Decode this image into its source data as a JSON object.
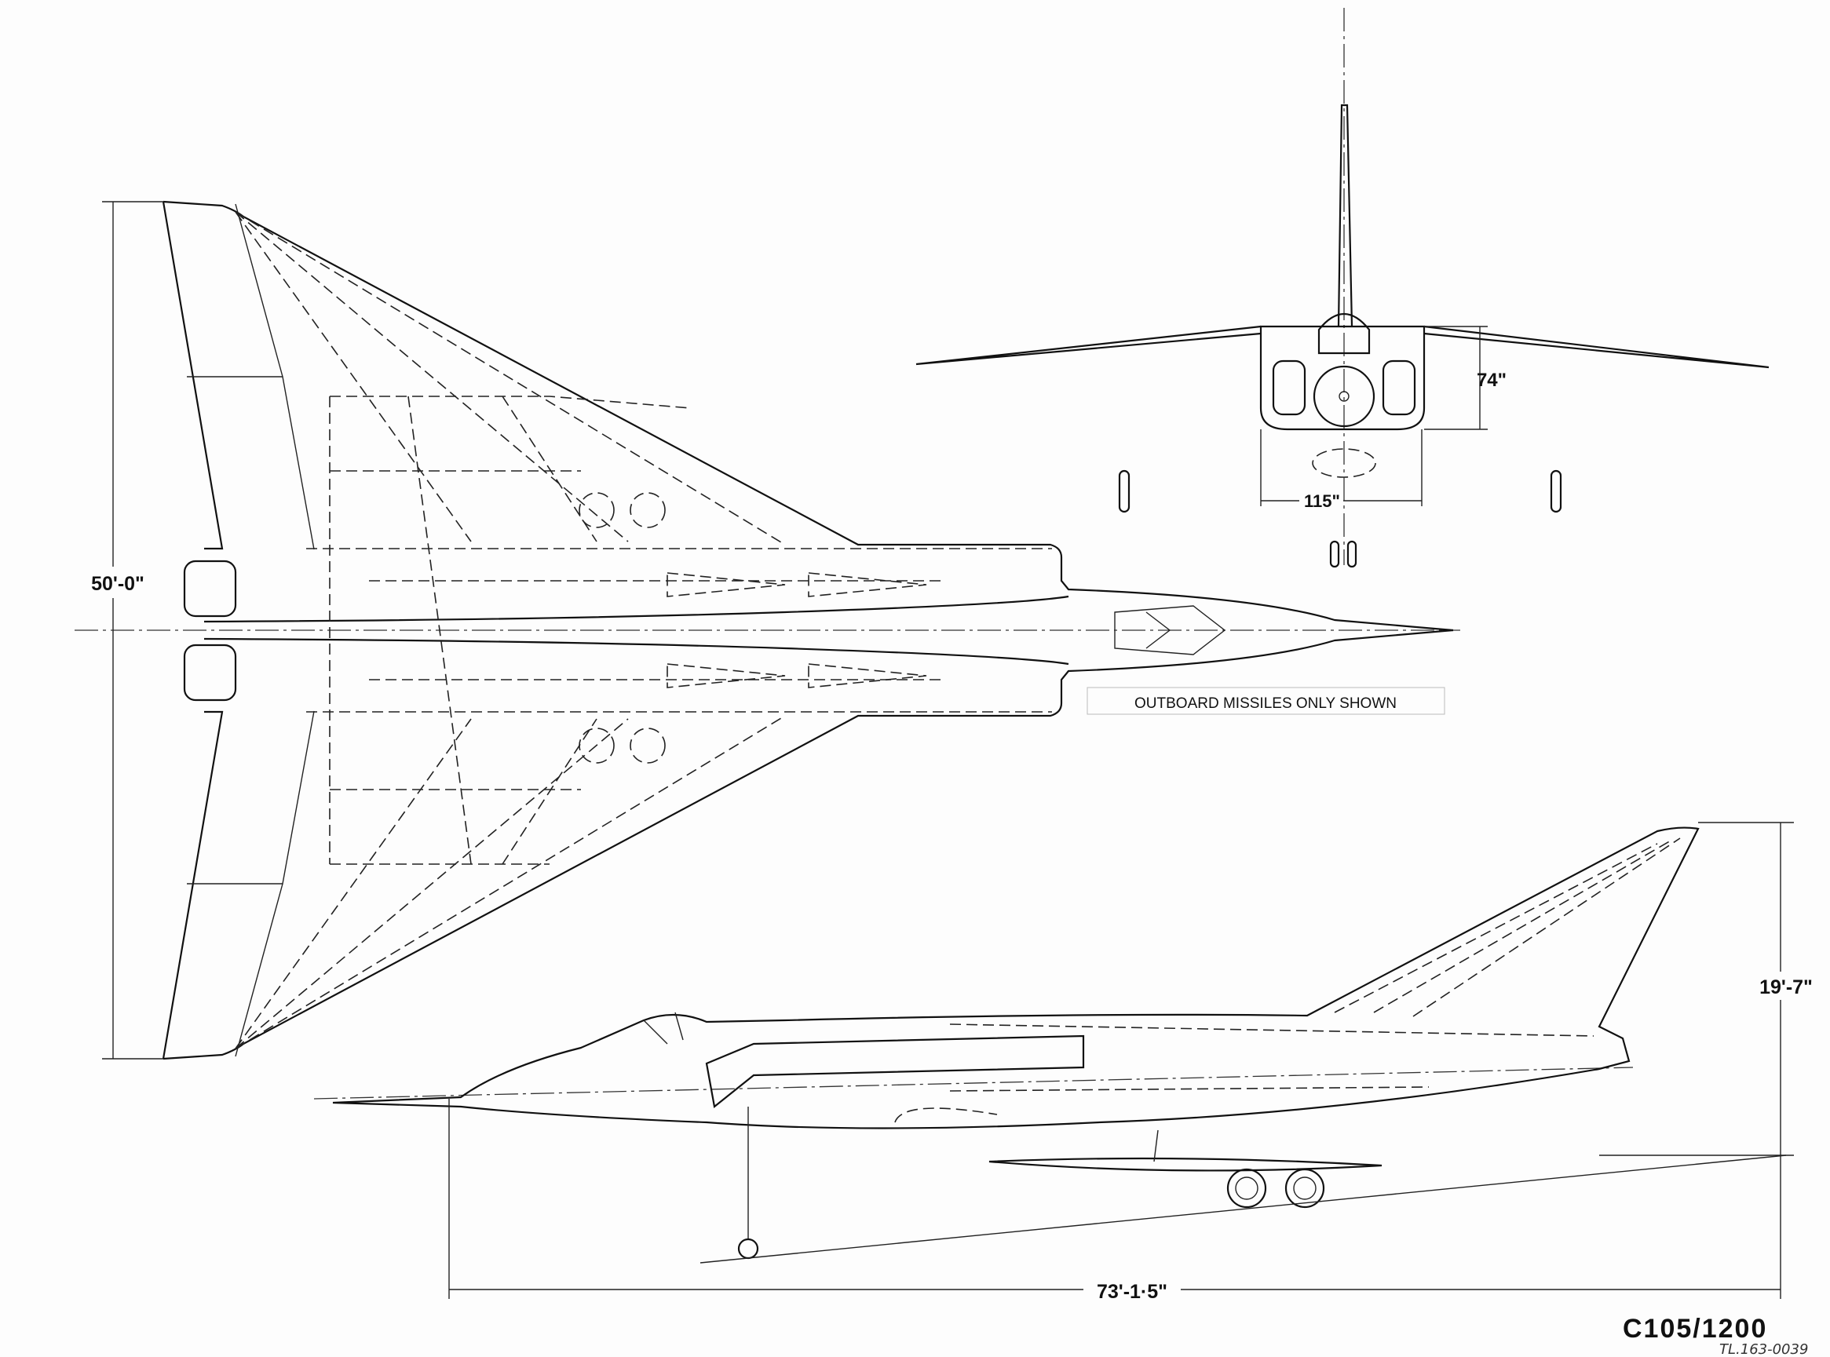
{
  "drawing": {
    "number": "C105/1200",
    "reference": "TL.163-0039",
    "note": "OUTBOARD MISSILES ONLY SHOWN"
  },
  "dimensions": {
    "span": "50'-0\"",
    "front_height": "74\"",
    "front_width": "115\"",
    "height": "19'-7\"",
    "length": "73'-1·5\""
  }
}
